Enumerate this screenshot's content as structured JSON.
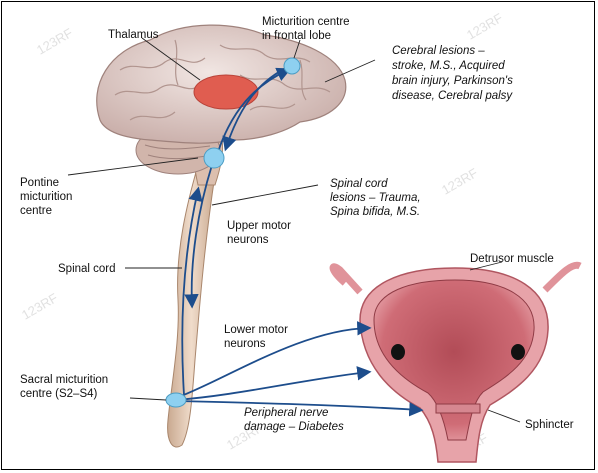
{
  "labels": {
    "thalamus": "Thalamus",
    "micturition_frontal": [
      "Micturition centre",
      "in frontal lobe"
    ],
    "cerebral_lesions": [
      "Cerebral lesions –",
      "stroke, M.S., Acquired",
      "brain injury, Parkinson's",
      "disease, Cerebral palsy"
    ],
    "pontine": [
      "Pontine",
      "micturition",
      "centre"
    ],
    "spinal_lesions": [
      "Spinal cord",
      "lesions – Trauma,",
      "Spina bifida, M.S."
    ],
    "upper_motor": [
      "Upper motor",
      "neurons"
    ],
    "spinal_cord": "Spinal cord",
    "detrusor": "Detrusor muscle",
    "lower_motor": [
      "Lower motor",
      "neurons"
    ],
    "sacral": [
      "Sacral micturition",
      "centre (S2–S4)"
    ],
    "peripheral": [
      "Peripheral nerve",
      "damage – Diabetes"
    ],
    "sphincter": "Sphincter"
  },
  "watermark": "123RF",
  "colors": {
    "brain": "#e2d3cf",
    "brain_fold": "#b89c98",
    "cerebellum": "#cdb2a8",
    "cord": "#e2c8b4",
    "thalamus": "#e05d50",
    "bladder": "#e0939a",
    "bladder_inner": "#c9626c",
    "nerve": "#1d4d8c",
    "node": "#8ed0f0"
  }
}
